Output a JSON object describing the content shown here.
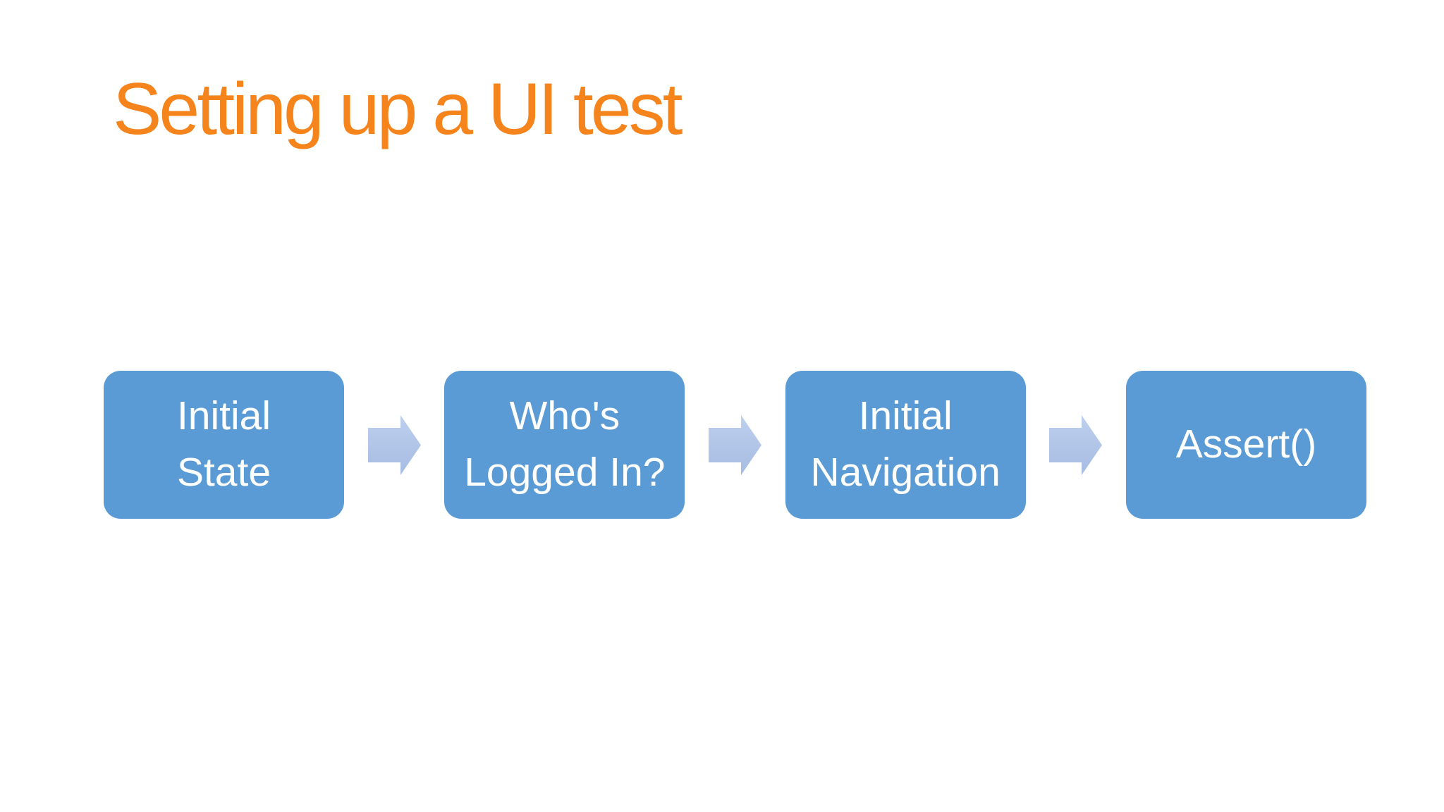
{
  "slide": {
    "title": "Setting up a UI test"
  },
  "colors": {
    "background": "#FFFFFF",
    "title-orange": "#F5841D",
    "box-blue": "#5B9BD5",
    "box-text": "#FFFFFF",
    "arrow-light": "#BECFEE",
    "arrow-dark": "#A6BCE2"
  },
  "flow": {
    "steps": [
      {
        "label": "Initial\nState"
      },
      {
        "label": "Who's\nLogged In?"
      },
      {
        "label": "Initial\nNavigation"
      },
      {
        "label": "Assert()"
      }
    ]
  }
}
